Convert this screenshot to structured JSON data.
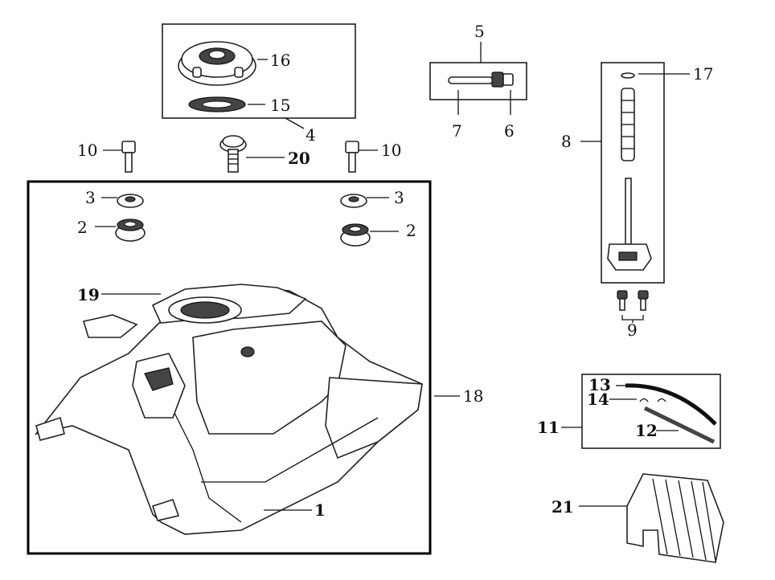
{
  "diagram": {
    "callouts": [
      {
        "id": "c1",
        "text": "1"
      },
      {
        "id": "c2a",
        "text": "2"
      },
      {
        "id": "c2b",
        "text": "2"
      },
      {
        "id": "c3a",
        "text": "3"
      },
      {
        "id": "c3b",
        "text": "3"
      },
      {
        "id": "c4",
        "text": "4"
      },
      {
        "id": "c5",
        "text": "5"
      },
      {
        "id": "c6",
        "text": "6"
      },
      {
        "id": "c7",
        "text": "7"
      },
      {
        "id": "c8",
        "text": "8"
      },
      {
        "id": "c9",
        "text": "9"
      },
      {
        "id": "c10a",
        "text": "10"
      },
      {
        "id": "c10b",
        "text": "10"
      },
      {
        "id": "c11",
        "text": "11"
      },
      {
        "id": "c12",
        "text": "12"
      },
      {
        "id": "c13",
        "text": "13"
      },
      {
        "id": "c14",
        "text": "14"
      },
      {
        "id": "c15",
        "text": "15"
      },
      {
        "id": "c16",
        "text": "16"
      },
      {
        "id": "c17",
        "text": "17"
      },
      {
        "id": "c18",
        "text": "18"
      },
      {
        "id": "c19",
        "text": "19"
      },
      {
        "id": "c20",
        "text": "20"
      },
      {
        "id": "c21",
        "text": "21"
      }
    ]
  }
}
